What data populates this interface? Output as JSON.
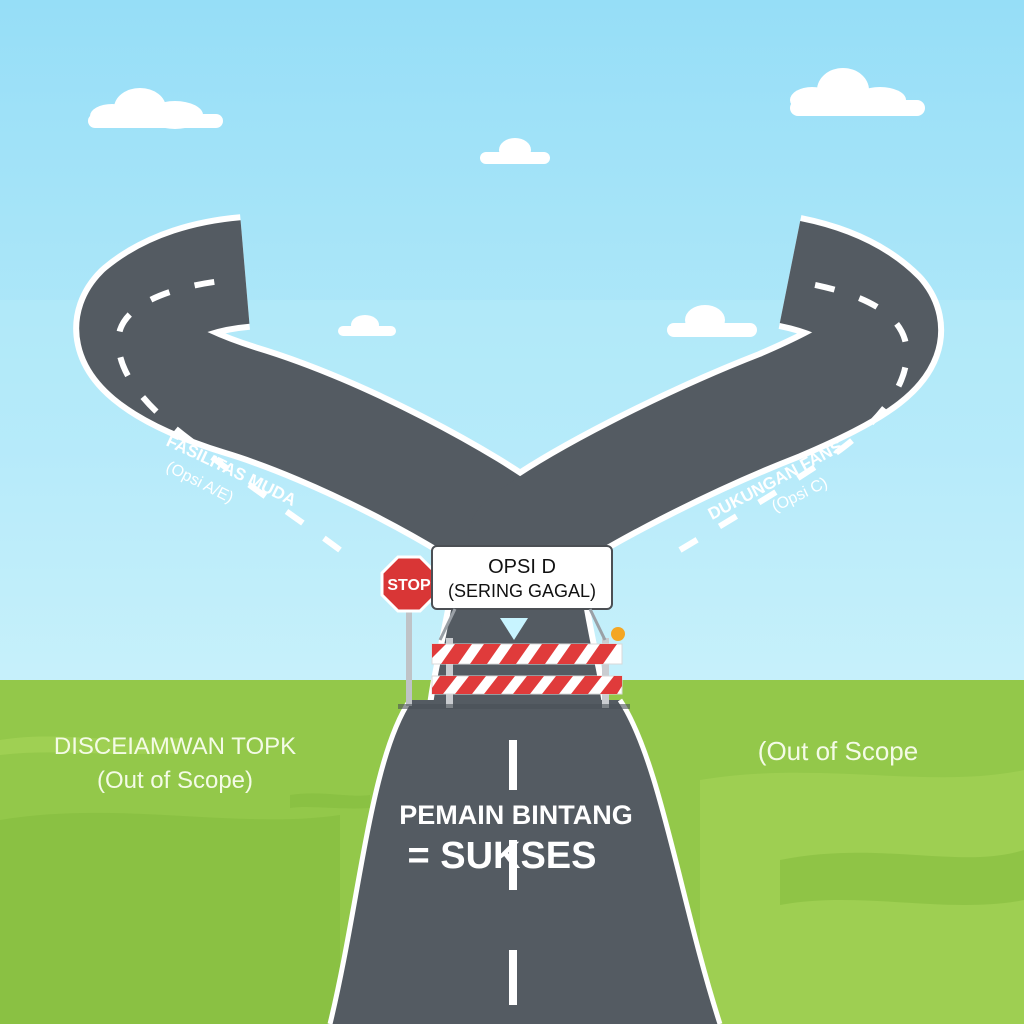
{
  "colors": {
    "sky_top": "#9fe3f7",
    "sky_bottom": "#c9f1fb",
    "grass": "#93c84a",
    "grass_light": "#a6d457",
    "road": "#545b62",
    "road_edge": "#ffffff",
    "barrier_red": "#e03b3b",
    "stop_red": "#d93636"
  },
  "left_branch": {
    "title": "FASILITAS MUDA",
    "subtitle": "(Opsi A/E)"
  },
  "right_branch": {
    "title": "DUKUNGAN FANS",
    "subtitle": "(Opsi C)"
  },
  "center_sign": {
    "line1": "OPSI D",
    "line2": "(SERING GAGAL)"
  },
  "stop_sign": {
    "label": "STOP"
  },
  "left_field": {
    "line1": "DISCEIAMWAN TOPK",
    "line2": "(Out of Scope)"
  },
  "right_field": {
    "line1": "(Out of Scope"
  },
  "main_road": {
    "line1": "PEMAIN BINTANG",
    "line2": "= SUKSES"
  }
}
